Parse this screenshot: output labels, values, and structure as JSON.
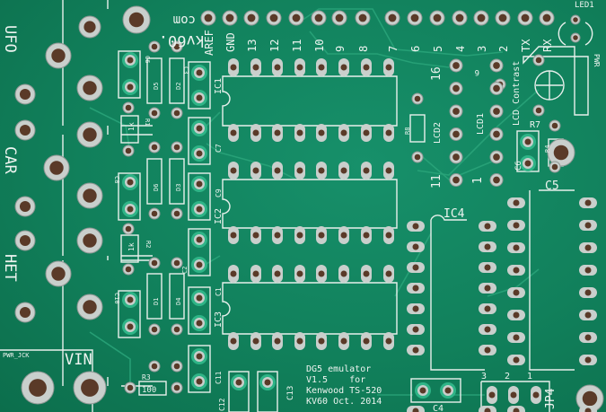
{
  "board": {
    "colors": {
      "solder_mask": "#11805b",
      "silkscreen": "#eef4f0",
      "pad": "#c9cfcc",
      "hole": "#5a3a28"
    },
    "header_labels": [
      "AREF",
      "GND",
      "13",
      "12",
      "11",
      "10",
      "9",
      "8",
      "7",
      "6",
      "5",
      "4",
      "3",
      "2",
      "TX",
      "RX"
    ],
    "maker_com": "com",
    "maker_kv60": "kv60.",
    "led": "LED1",
    "pwr": "PWR",
    "jacks": {
      "ufo": "UFO",
      "car": "CAR",
      "het": "HET",
      "vin": "VIN",
      "pwr_jck": "PWR_JCK"
    },
    "components": {
      "c6": "C6",
      "c3": "C3",
      "ic1": "IC1",
      "c7": "C7",
      "r1": "R1",
      "r1_val": "1k",
      "d5": "D5",
      "d2": "D2",
      "c8": "C8",
      "c9": "C9",
      "ic2": "IC2",
      "d6": "D6",
      "d3": "D3",
      "r2": "R2",
      "r2_val": "1k",
      "c2": "C2",
      "c10": "C10",
      "c1": "C1",
      "ic3": "IC3",
      "d1": "D1",
      "d4": "D4",
      "c11": "C11",
      "r3": "R3",
      "r3_val": "100",
      "c12": "C12",
      "c13": "C13",
      "c4": "C4",
      "r8": "R8",
      "lcd2": "LCD2",
      "lcd1": "LCD1",
      "lcd_contrast": "LCD Contrast",
      "r7": "R7",
      "c6b": "C6",
      "r4": "R4",
      "c5": "C5",
      "ic4": "IC4",
      "jp4": "JP4",
      "pin16": "16",
      "pin11": "11",
      "pin1": "1",
      "pin6": "6",
      "jp_1": "1",
      "jp_2": "2",
      "jp_3": "3"
    },
    "info_text": [
      "DG5 emulator",
      "V1.5    for",
      "Kenwood TS-520",
      "KV60 Oct. 2014"
    ]
  }
}
